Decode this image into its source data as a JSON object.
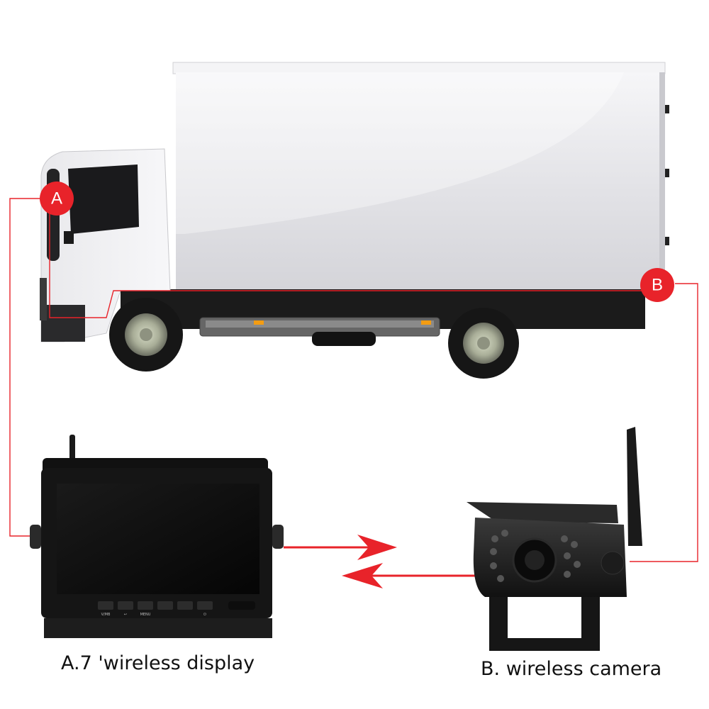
{
  "markers": {
    "a": {
      "label": "A"
    },
    "b": {
      "label": "B"
    }
  },
  "captions": {
    "display": "A.7 'wireless display",
    "camera": "B. wireless camera"
  },
  "monitor": {
    "buttons": [
      "V/MB",
      "↩",
      "MENU",
      "",
      "",
      "⏻"
    ]
  },
  "colors": {
    "marker": "#e8232a",
    "wire": "#e8232a",
    "signal_arrow": "#e8232a",
    "truck_box": "#e6e6e9",
    "truck_chassis": "#1b1b1b",
    "cab": "#f1f1f3"
  },
  "icons": {
    "signal_to_camera": "arrow-right-icon",
    "signal_to_display": "arrow-left-icon"
  }
}
